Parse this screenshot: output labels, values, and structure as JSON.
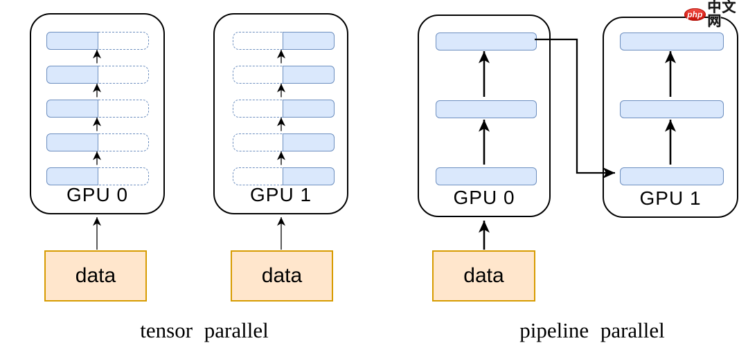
{
  "watermark": {
    "badge_text": "php",
    "site_text": "中文网",
    "badge_color": "#dd231a"
  },
  "colors": {
    "layer_fill": "#dae8fc",
    "layer_border": "#6c8ebf",
    "data_fill": "#ffe6cc",
    "data_border": "#d79b00",
    "box_border": "#000000",
    "arrow": "#000000"
  },
  "tensor": {
    "caption": "tensor parallel",
    "gpu0_label": "GPU 0",
    "gpu1_label": "GPU 1",
    "data_label": "data",
    "layers_per_gpu": 5,
    "gpu0_shard": "left-half-solid-right-half-dashed",
    "gpu1_shard": "left-half-dashed-right-half-solid"
  },
  "pipeline": {
    "caption": "pipeline parallel",
    "gpu0_label": "GPU 0",
    "gpu1_label": "GPU 1",
    "data_label": "data",
    "layers_per_gpu": 3,
    "connection": "gpu0-top-layer-to-gpu1-bottom-layer"
  }
}
